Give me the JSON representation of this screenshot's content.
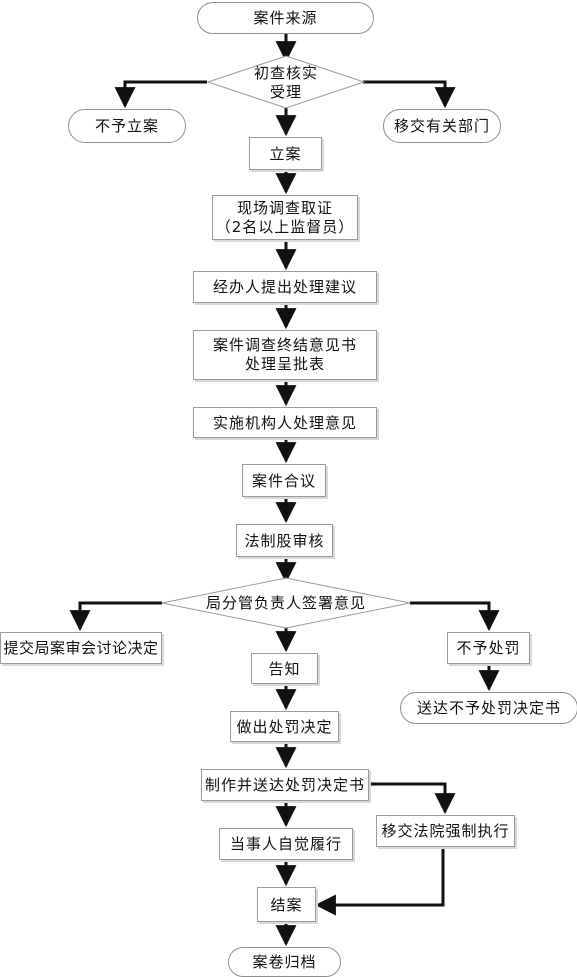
{
  "flow": {
    "case_source": "案件来源",
    "initial_review": [
      "初查核实",
      "受理"
    ],
    "no_case": "不予立案",
    "transfer_dept": "移交有关部门",
    "file_case": "立案",
    "site_investigation": [
      "现场调查取证",
      "（2名以上监督员）"
    ],
    "handler_suggestion": "经办人提出处理建议",
    "final_report": [
      "案件调查终结意见书",
      "处理呈批表"
    ],
    "agency_opinion": "实施机构人处理意见",
    "case_discussion": "案件合议",
    "legal_review": "法制股审核",
    "bureau_sign": "局分管负责人签署意见",
    "submit_committee": "提交局案审会讨论决定",
    "no_penalty": "不予处罚",
    "notify": "告知",
    "deliver_no_penalty": "送达不予处罚决定书",
    "make_decision": "做出处罚决定",
    "issue_decision": "制作并送达处罚决定书",
    "voluntary_comply": "当事人自觉履行",
    "court_enforce": "移交法院强制执行",
    "close_case": "结案",
    "archive": "案卷归档"
  }
}
